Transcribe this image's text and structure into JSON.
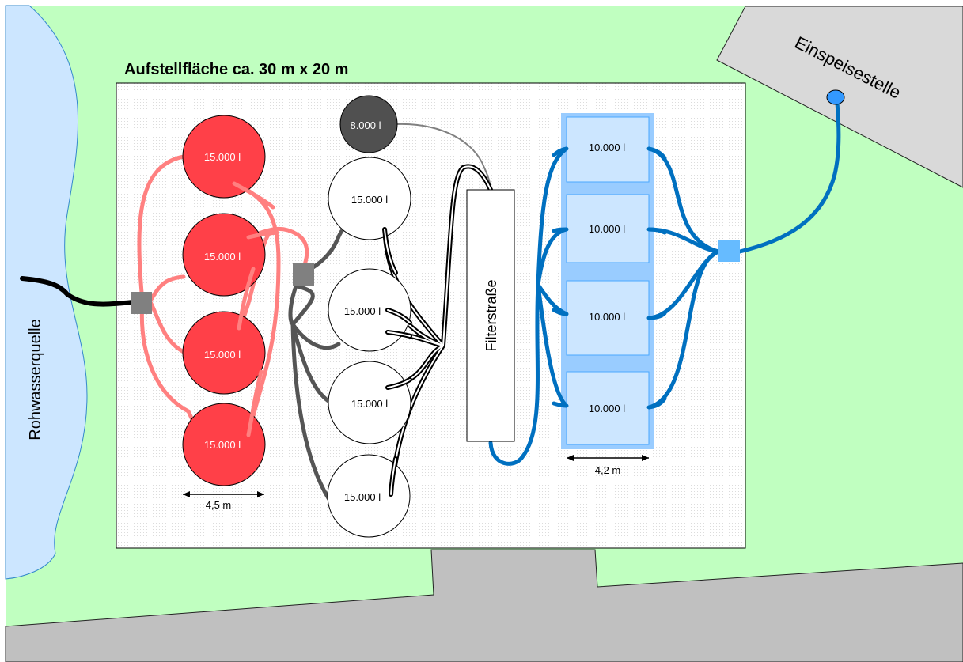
{
  "title": "Aufstellfläche ca. 30 m x 20 m",
  "source_label": "Rohwasserquelle",
  "destination_label": "Einspeisestelle",
  "filter_label": "Filterstraße",
  "raw_tanks": [
    "15.000 l",
    "15.000 l",
    "15.000 l",
    "15.000 l"
  ],
  "mid_tanks": [
    "15.000 l",
    "15.000 l",
    "15.000 l",
    "15.000 l"
  ],
  "small_tank": "8.000 l",
  "clean_tanks": [
    "10.000 l",
    "10.000 l",
    "10.000 l",
    "10.000 l"
  ],
  "dim_raw": "4,5 m",
  "dim_clean": "4,2 m",
  "colors": {
    "grass": "#c0ffc0",
    "water": "#cce6ff",
    "road": "#c0c0c0",
    "raw_tank": "#ff4048",
    "raw_hose": "#ff8080",
    "grey_hose": "#555555",
    "clean_hose": "#0070c0",
    "clean_tank": "#cce6ff",
    "clean_frame": "#99ccff",
    "connector_grey": "#808080",
    "connector_blue": "#66bbff",
    "small_tank": "#505050"
  }
}
